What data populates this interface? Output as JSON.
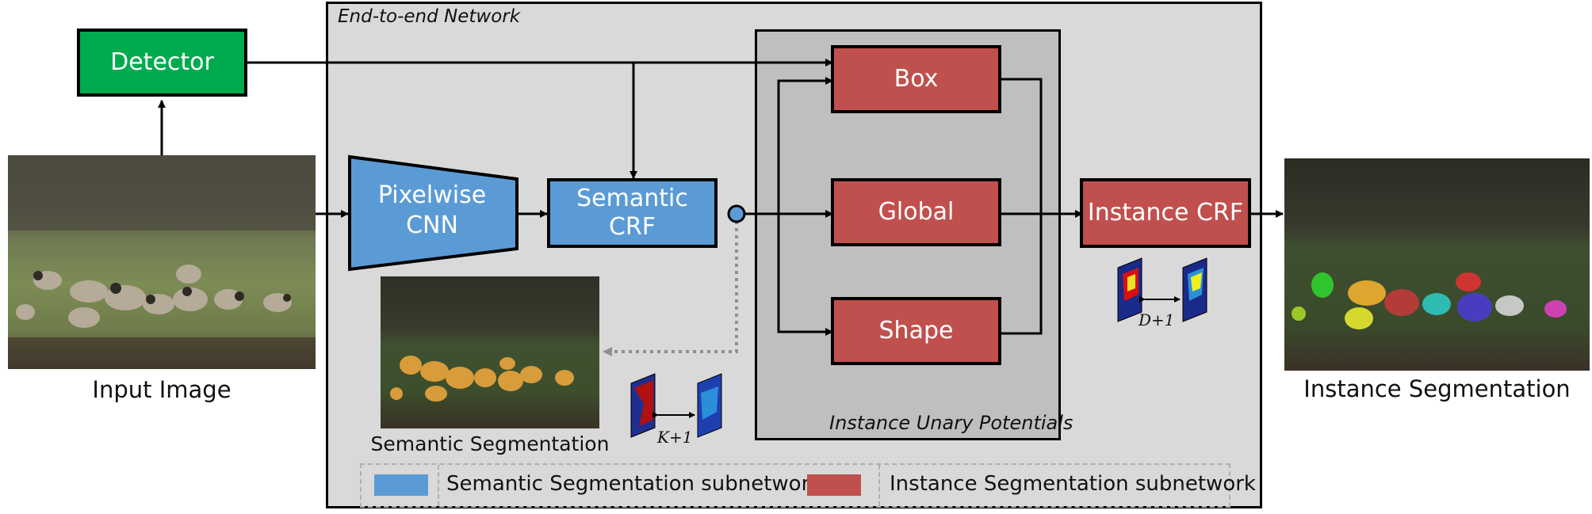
{
  "network_title": "End-to-end Network",
  "detector": "Detector",
  "pixelwise_cnn": "Pixelwise\nCNN",
  "semantic_crf": "Semantic CRF",
  "box": "Box",
  "global": "Global",
  "shape": "Shape",
  "instance_crf": "Instance CRF",
  "instance_unary_potentials": "Instance Unary Potentials",
  "input_image": "Input Image",
  "semantic_segmentation": "Semantic Segmentation",
  "instance_segmentation": "Instance Segmentation",
  "k_plus_1": "K+1",
  "d_plus_1": "D+1",
  "legend": {
    "semantic": "Semantic Segmentation subnetwork",
    "instance": "Instance Segmentation subnetwork"
  },
  "colors": {
    "detector": "#00aa4f",
    "semantic": "#5b9bd5",
    "instance": "#c0504d",
    "network_bg": "#d9d9d9",
    "unary_bg": "#bfbfbf"
  }
}
